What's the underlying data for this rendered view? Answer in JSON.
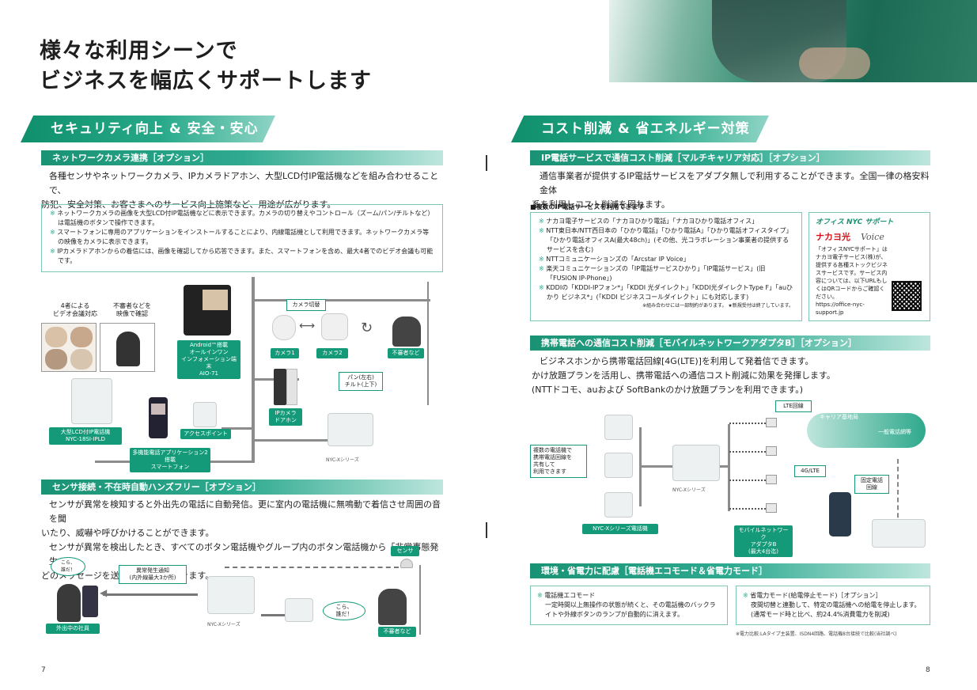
{
  "header": {
    "title_line1": "様々な利用シーンで",
    "title_line2": "ビジネスを幅広くサポートします"
  },
  "left": {
    "banner": "セキュリティ向上 & 安全・安心",
    "camera": {
      "heading": "ネットワークカメラ連携［オプション］",
      "body_line1": "各種センサやネットワークカメラ、IPカメラドアホン、大型LCD付IP電話機などを組み合わせることで、",
      "body_line2": "防犯、安全対策、お客さまへのサービス向上施策など、用途が広がります。",
      "notes": [
        "ネットワークカメラの画像を大型LCD付IP電話機などに表示できます。カメラの切り替えやコントロール（ズーム/パン/チルトなど）は電話機のボタンで操作できます。",
        "スマートフォンに専用のアプリケーションをインストールすることにより、内線電話機として利用できます。ネットワークカメラ等の映像をカメラに表示できます。",
        "IPカメラドアホンからの着信には、画像を確認してから応答できます。また、スマートフォンを含め、最大4者でのビデオ会議も可能です。"
      ],
      "labels": {
        "video": "4者による\nビデオ会議対応",
        "suspicious_view": "不審者などを\n映像で確認",
        "android": "Android™搭載\nオールインワン\nインフォメーション端末\nAIO-71",
        "camera_switch": "カメラ切替",
        "camera1": "カメラ1",
        "camera2": "カメラ2",
        "suspicious": "不審者など",
        "pan_tilt": "パン(左右)\nチルト(上下)",
        "big_phone": "大型LCD付IP電話機\nNYC-18SI-IPLD",
        "access_point": "アクセスポイント",
        "smartphone": "多機能電話アプリケーション2搭載\nスマートフォン",
        "doorphone": "IPカメラ\nドアホン",
        "nyc_series": "NYC-Xシリーズ"
      }
    },
    "sensor": {
      "heading": "センサ接続・不在時自動ハンズフリー［オプション］",
      "body_line1": "センサが異常を検知すると外出先の電話に自動発信。更に室内の電話機に無鳴動で着信させ周囲の音を聞",
      "body_line2": "いたり、威嚇や呼びかけることができます。",
      "body_line3": "センサが異常を検出したとき、すべてのボタン電話機やグループ内のボタン電話機から「非常事態発生」な",
      "body_line4": "どのメッセージを送出することもできます。",
      "labels": {
        "sensor": "センサ",
        "alert": "異常発生通知\n(内外線最大3か所)",
        "bubble1": "こら、\n誰だ！",
        "bubble2": "こら、\n誰だ！",
        "employee": "外出中の社員",
        "suspicious": "不審者など",
        "nyc_series": "NYC-Xシリーズ"
      }
    },
    "page": "7"
  },
  "right": {
    "banner": "コスト削減 & 省エネルギー対策",
    "ip": {
      "heading": "IP電話サービスで通信コスト削減［マルチキャリア対応］［オプション］",
      "body_line1": "通信事業者が提供するIP電話サービスをアダプタ無しで利用することができます。全国一律の格安料金体",
      "body_line2": "系を利用しコスト削減を図れます。",
      "list_title": "■複数のIP電話サービスを利用できます",
      "items": [
        "ナカヨ電子サービスの「ナカヨひかり電話」「ナカヨひかり電話オフィス」",
        "NTT東日本/NTT西日本の「ひかり電話」「ひかり電話A」「ひかり電話オフィスタイプ」「ひかり電話オフィスA(最大48ch)」(その他、光コラボレーション事業者の提供するサービスを含む)",
        "NTTコミュニケーションズの「Arcstar IP Voice」",
        "楽天コミュニケーションズの「IP電話サービスひかり」「IP電話サービス」(旧「FUSION IP-Phone」)",
        "KDDIの「KDDI-IPフォン*」「KDDI 光ダイレクト」「KDDI光ダイレクトType F」「auひかり ビジネス*」(「KDDI ビジネスコールダイレクト」にも対応します)"
      ],
      "footnote": "※組み合わせには一部制約があります。 ★新規受付は終了しています。",
      "support": {
        "title": "オフィス NYC サポート",
        "logo": "ナカヨ光",
        "logo2": "Voice",
        "text": "「オフィスNYCサポート」はナカヨ電子サービス(株)が、提供する各種ストックビジネスサービスです。サービス内容については、以下URLもしくはQRコードからご確認ください。",
        "url": "https://office-nyc-support.jp"
      }
    },
    "mobile": {
      "heading": "携帯電話への通信コスト削減［モバイルネットワークアダプタB］［オプション］",
      "body_line1": "ビジネスホンから携帯電話回線[4G(LTE)]を利用して発着信できます。",
      "body_line2": "かけ放題プランを活用し、携帯電話への通信コスト削減に効果を発揮します。",
      "body_line3": "(NTTドコモ、auおよび SoftBankのかけ放題プランを利用できます。)",
      "labels": {
        "multi": "複数の電話機で\n携帯電話回線を\n共有して\n利用できます",
        "lte": "LTE回線",
        "carrier": "キャリア基地局",
        "general": "一般電話網等",
        "g4": "4G/LTE",
        "fixed": "固定電話\n回線",
        "nyc_series": "NYC-Xシリーズ",
        "phones": "NYC-Xシリーズ電話機",
        "adapter": "モバイルネットワーク\nアダプタB\n(最大4台迄)"
      }
    },
    "eco": {
      "heading": "環境・省電力に配慮［電話機エコモード＆省電力モード］",
      "box1_title": "電話機エコモード",
      "box1_text": "一定時間以上無操作の状態が続くと、その電話機のバックライトや外線ボタンのランプが自動的に消えます。",
      "box2_title": "省電力モード(給電停止モード)［オプション］",
      "box2_text": "夜間切替と連動して、特定の電話機への給電を停止します。(通常モード時と比べ、約24.4%消費電力を削減)",
      "footnote": "※電力比較:LAタイプ主装置、ISDN4回路、電話機8台接続で比較(当社調べ)"
    },
    "page": "8"
  }
}
